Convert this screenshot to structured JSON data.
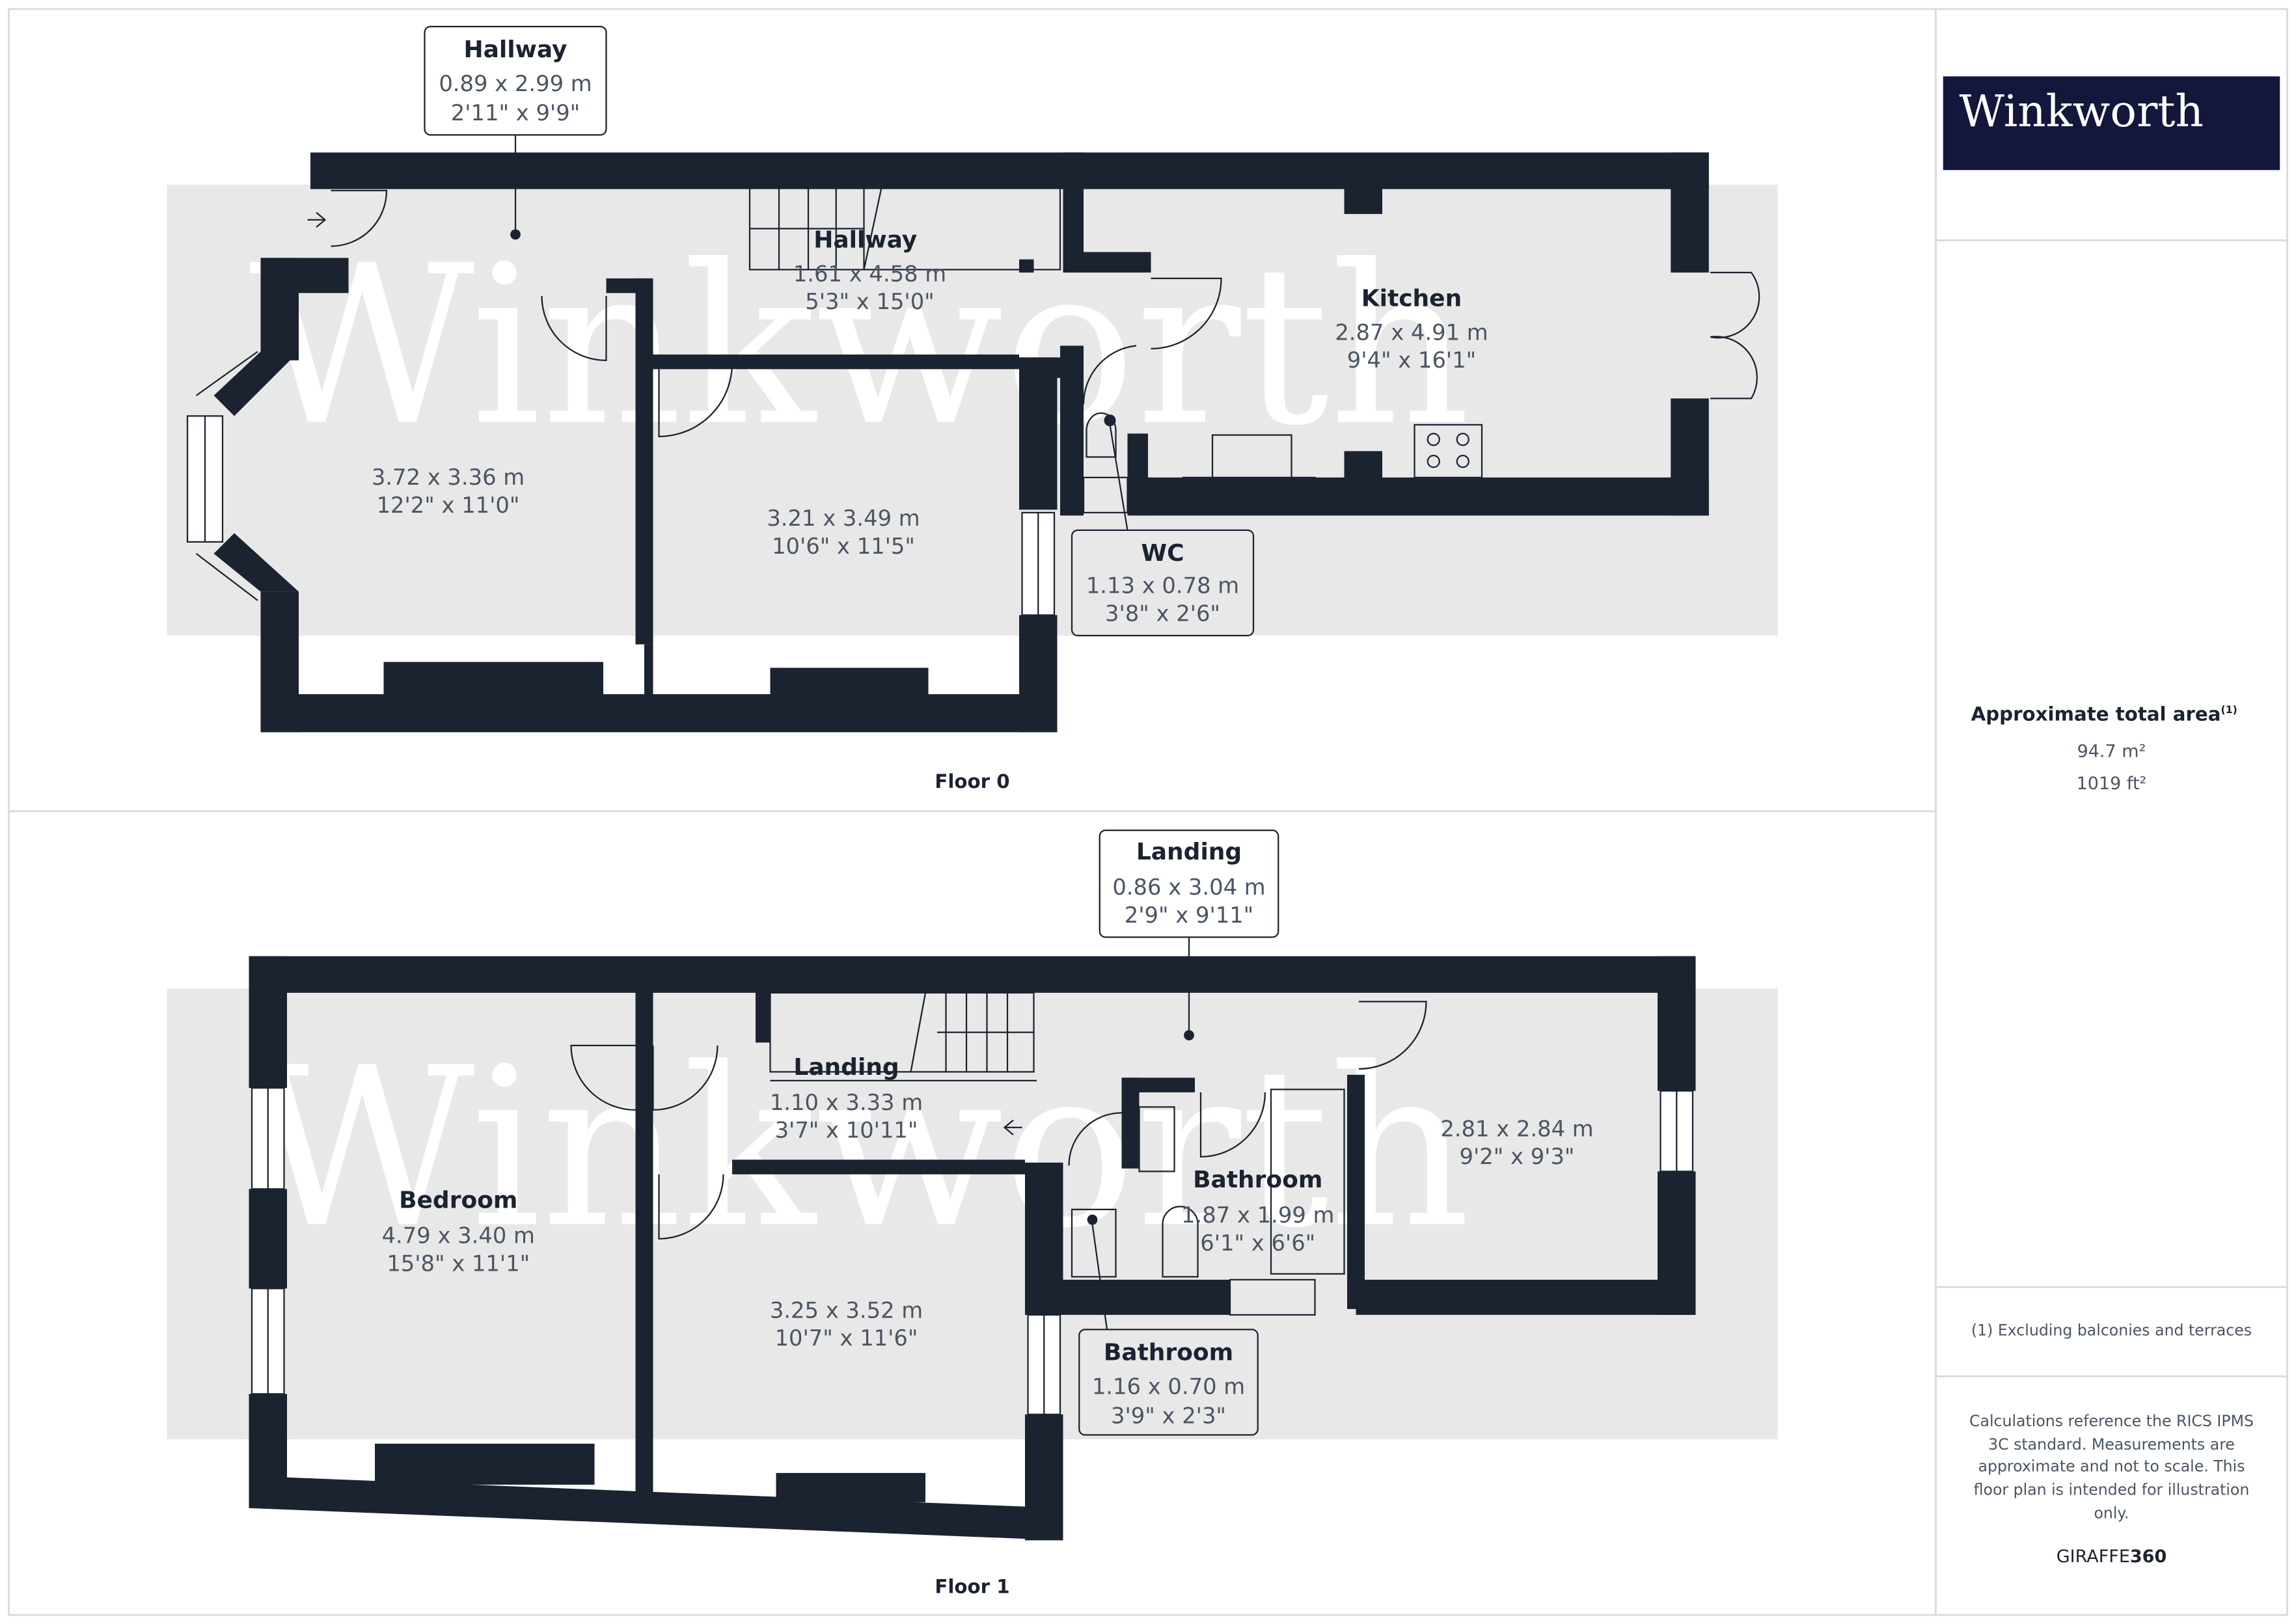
{
  "brand": {
    "logo_text": "Winkworth",
    "logo_bg": "#12173b",
    "watermark": "Winkworth"
  },
  "colors": {
    "wall": "#1b2230",
    "floor": "#e8e8e8",
    "label_text": "#1b2230",
    "dim_text": "#4a5563",
    "divider": "#d9d9d9"
  },
  "floors": [
    {
      "label": "Floor 0",
      "rooms": [
        {
          "name": "Hallway",
          "metric": "0.89 x 2.99 m",
          "imperial": "2'11\" x 9'9\"",
          "callout": true
        },
        {
          "name": "Hallway",
          "metric": "1.61 x 4.58 m",
          "imperial": "5'3\" x 15'0\"",
          "callout": false
        },
        {
          "name": "Kitchen",
          "metric": "2.87 x 4.91 m",
          "imperial": "9'4\" x 16'1\"",
          "callout": false
        },
        {
          "name": "",
          "metric": "3.72 x 3.36 m",
          "imperial": "12'2\" x 11'0\"",
          "callout": false
        },
        {
          "name": "",
          "metric": "3.21 x 3.49 m",
          "imperial": "10'6\" x 11'5\"",
          "callout": false
        },
        {
          "name": "WC",
          "metric": "1.13 x 0.78 m",
          "imperial": "3'8\" x 2'6\"",
          "callout": true
        }
      ]
    },
    {
      "label": "Floor 1",
      "rooms": [
        {
          "name": "Landing",
          "metric": "0.86 x 3.04 m",
          "imperial": "2'9\" x 9'11\"",
          "callout": true
        },
        {
          "name": "Landing",
          "metric": "1.10 x 3.33 m",
          "imperial": "3'7\" x 10'11\"",
          "callout": false
        },
        {
          "name": "",
          "metric": "2.81 x 2.84 m",
          "imperial": "9'2\" x 9'3\"",
          "callout": false
        },
        {
          "name": "Bathroom",
          "metric": "1.87 x 1.99 m",
          "imperial": "6'1\" x 6'6\"",
          "callout": false
        },
        {
          "name": "Bedroom",
          "metric": "4.79 x 3.40 m",
          "imperial": "15'8\" x 11'1\"",
          "callout": false
        },
        {
          "name": "",
          "metric": "3.25 x 3.52 m",
          "imperial": "10'7\" x 11'6\"",
          "callout": false
        },
        {
          "name": "Bathroom",
          "metric": "1.16 x 0.70 m",
          "imperial": "3'9\" x 2'3\"",
          "callout": true
        }
      ]
    }
  ],
  "summary": {
    "area_title": "Approximate total area",
    "area_sup": "(1)",
    "area_m2": "94.7 m²",
    "area_ft2": "1019 ft²",
    "footnote": "(1) Excluding balconies and terraces",
    "disclaimer_lines": [
      "Calculations reference the RICS IPMS",
      "3C standard. Measurements are",
      "approximate and not to scale. This",
      "floor plan is intended for illustration",
      "only."
    ],
    "credit_light": "GIRAFFE",
    "credit_bold": "360"
  }
}
